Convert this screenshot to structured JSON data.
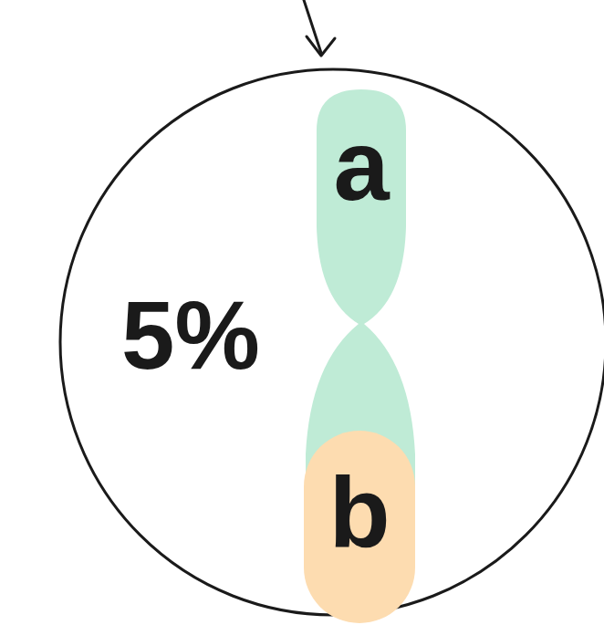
{
  "diagram": {
    "nodes": [
      {
        "text": [
          "5%"
        ]
      },
      {
        "text": [
          "a"
        ],
        "in": 0
      },
      {
        "text": [
          "b"
        ],
        "in": 0
      }
    ]
  }
}
